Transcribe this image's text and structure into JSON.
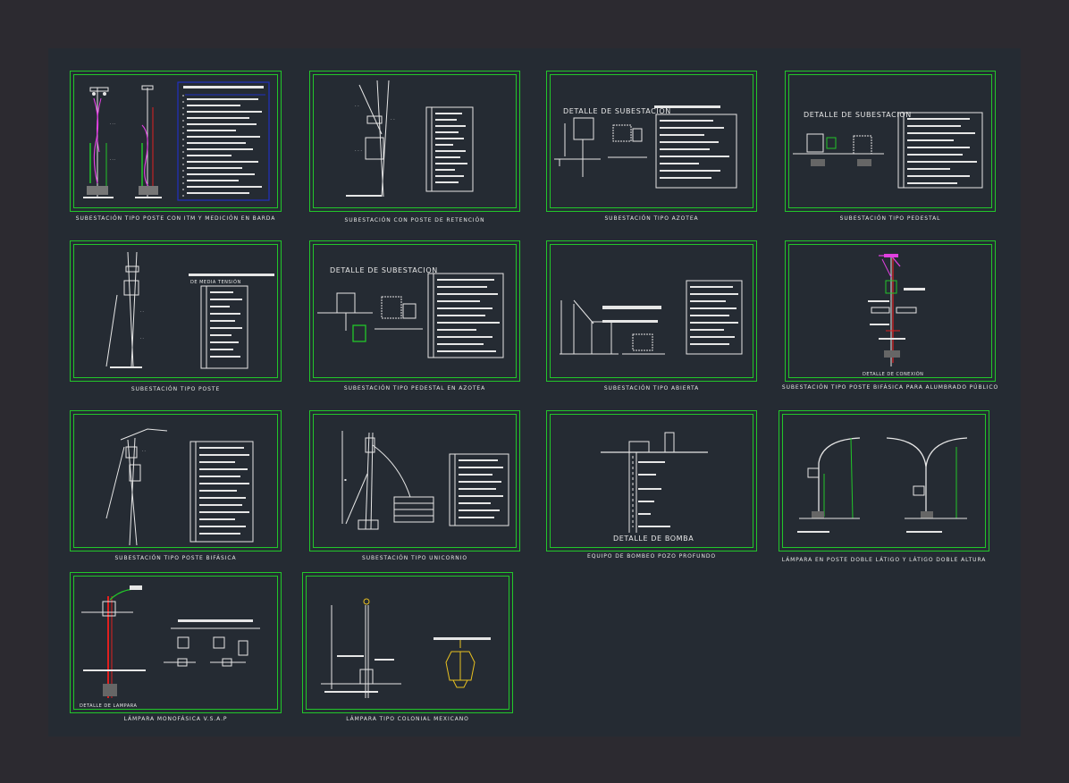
{
  "drawing": {
    "sheets": [
      {
        "caption": "SUBESTACIÓN TIPO POSTE CON ITM Y MEDICIÓN EN BARDA"
      },
      {
        "caption": "SUBESTACIÓN CON POSTE DE RETENCIÓN"
      },
      {
        "caption": "SUBESTACIÓN TIPO AZOTEA",
        "inner_title": "DETALLE DE SUBESTACION"
      },
      {
        "caption": "SUBESTACIÓN TIPO PEDESTAL",
        "inner_title": "DETALLE DE SUBESTACION"
      },
      {
        "caption": "SUBESTACIÓN TIPO POSTE",
        "inner_title": "DE MEDIA TENSIÓN"
      },
      {
        "caption": "SUBESTACIÓN TIPO PEDESTAL EN AZOTEA",
        "inner_title": "DETALLE DE SUBESTACION"
      },
      {
        "caption": "SUBESTACIÓN TIPO ABIERTA"
      },
      {
        "caption": "SUBESTACIÓN TIPO POSTE BIFÁSICA PARA ALUMBRADO PÚBLICO",
        "inner_title": "DETALLE DE CONEXIÓN"
      },
      {
        "caption": "SUBESTACIÓN TIPO POSTE BIFÁSICA"
      },
      {
        "caption": "SUBESTACIÓN TIPO UNICORNIO"
      },
      {
        "caption": "EQUIPO DE BOMBEO POZO PROFUNDO",
        "inner_title": "DETALLE DE BOMBA"
      },
      {
        "caption": "LÁMPARA EN POSTE DOBLE LÁTIGO Y LÁTIGO DOBLE ALTURA"
      },
      {
        "caption": "LÁMPARA MONOFÁSICA V.S.A.P",
        "inner_title": "DETALLE DE LAMPARA"
      },
      {
        "caption": "LÁMPARA TIPO COLONIAL MEXICANO"
      }
    ]
  },
  "colors": {
    "page_background": "#2c2a30",
    "canvas_background": "#252b33",
    "frame_green": "#22c62a",
    "line_white": "#e6e6e6",
    "accent_magenta": "#e040e0",
    "accent_red": "#e02020",
    "accent_yellow": "#e8c020",
    "accent_blue": "#2030c0"
  }
}
